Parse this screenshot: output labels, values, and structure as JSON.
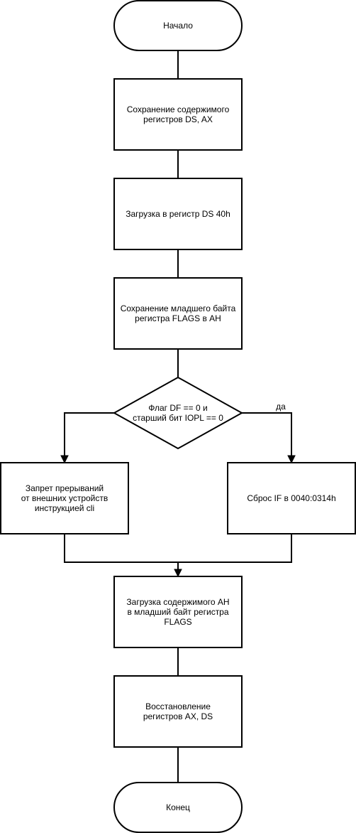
{
  "colors": {
    "stroke": "#000000",
    "fill": "#ffffff",
    "text": "#000000"
  },
  "nodes": {
    "start": {
      "lines": [
        "Начало"
      ]
    },
    "save_regs": {
      "lines": [
        "Сохранение содержимого",
        "регистров DS, AX"
      ]
    },
    "load_ds": {
      "lines": [
        "Загрузка в регистр DS 40h"
      ]
    },
    "save_flags": {
      "lines": [
        "Сохранение младшего байта",
        "регистра FLAGS в AH"
      ]
    },
    "decision": {
      "lines": [
        "Флаг DF == 0 и",
        "старший бит IOPL == 0"
      ]
    },
    "disable_int": {
      "lines": [
        "Запрет прерываний",
        "от внешних устройств",
        "инструкцией cli"
      ]
    },
    "reset_if": {
      "lines": [
        "Сброс IF в 0040:0314h"
      ]
    },
    "load_flags": {
      "lines": [
        "Загрузка содержимого AH",
        "в младший байт регистра",
        "FLAGS"
      ]
    },
    "restore_regs": {
      "lines": [
        "Восстановление",
        "регистров  AX, DS"
      ]
    },
    "end": {
      "lines": [
        "Конец"
      ]
    }
  },
  "edges": {
    "yes_label": "да"
  }
}
